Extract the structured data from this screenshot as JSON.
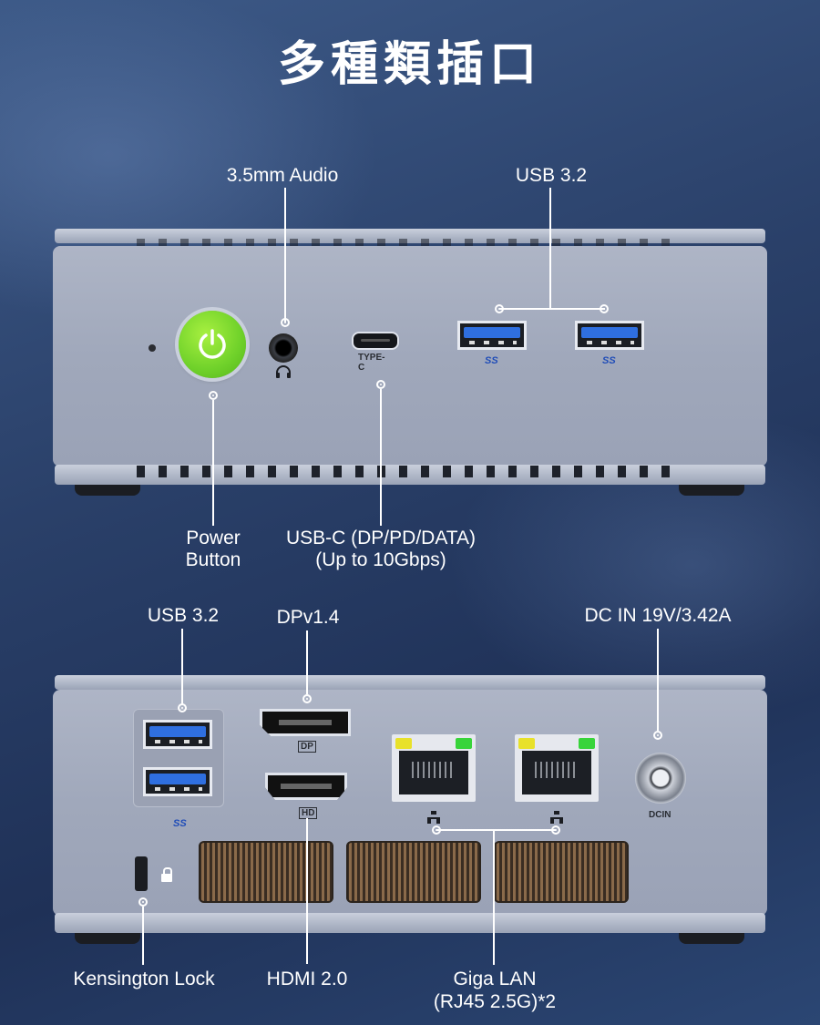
{
  "title": "多種類插口",
  "labels": {
    "audio": "3.5mm Audio",
    "usb_front": "USB 3.2",
    "power_line1": "Power",
    "power_line2": "Button",
    "usbc_line1": "USB-C (DP/PD/DATA)",
    "usbc_line2": "(Up to 10Gbps)",
    "usb_rear": "USB 3.2",
    "dp": "DPv1.4",
    "dcin": "DC IN 19V/3.42A",
    "kensington": "Kensington Lock",
    "hdmi": "HDMI 2.0",
    "lan_line1": "Giga LAN",
    "lan_line2": "(RJ45 2.5G)*2"
  },
  "device_text": {
    "typec": "TYPE-C",
    "ss": "SS",
    "dp_logo": "DP",
    "hd_logo": "HD",
    "dcin_mark": "DCIN"
  },
  "icons": {
    "power": "power-icon",
    "headphone": "headphone-icon",
    "lock": "lock-icon",
    "network": "network-icon"
  },
  "colors": {
    "power_button": "#6fd12a",
    "usb_blue": "#2f6fe0",
    "lan_led_yellow": "#e8e12a",
    "lan_led_green": "#38d43a"
  }
}
